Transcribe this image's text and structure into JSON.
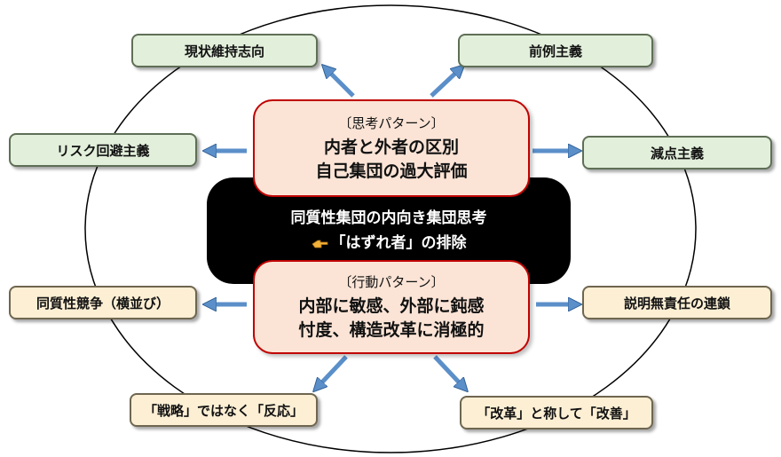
{
  "outer_boxes": {
    "top_left": "現状維持志向",
    "top_right": "前例主義",
    "mid_left": "リスク回避主義",
    "mid_right": "減点主義",
    "low_left": "同質性競争（横並び）",
    "low_right": "説明無責任の連鎖",
    "bottom_left": "「戦略」ではなく「反応」",
    "bottom_right": "「改革」と称して「改善」"
  },
  "thinking_pattern": {
    "heading": "〔思考パターン〕",
    "line1": "内者と外者の区別",
    "line2": "自己集団の過大評価"
  },
  "core": {
    "line1": "同質性集団の内向き集団思考",
    "line2": "「はずれ者」の排除",
    "icon": "pointing-hand-icon"
  },
  "action_pattern": {
    "heading": "〔行動パターン〕",
    "line1": "内部に敏感、外部に鈍感",
    "line2": "忖度、構造改革に消極的"
  },
  "colors": {
    "green_box": "#e2efdb",
    "cream_box": "#fcefd4",
    "pattern_fill": "#fbe4d6",
    "pattern_border": "#c00000",
    "arrow": "#5b8fc9",
    "core": "#000000"
  }
}
